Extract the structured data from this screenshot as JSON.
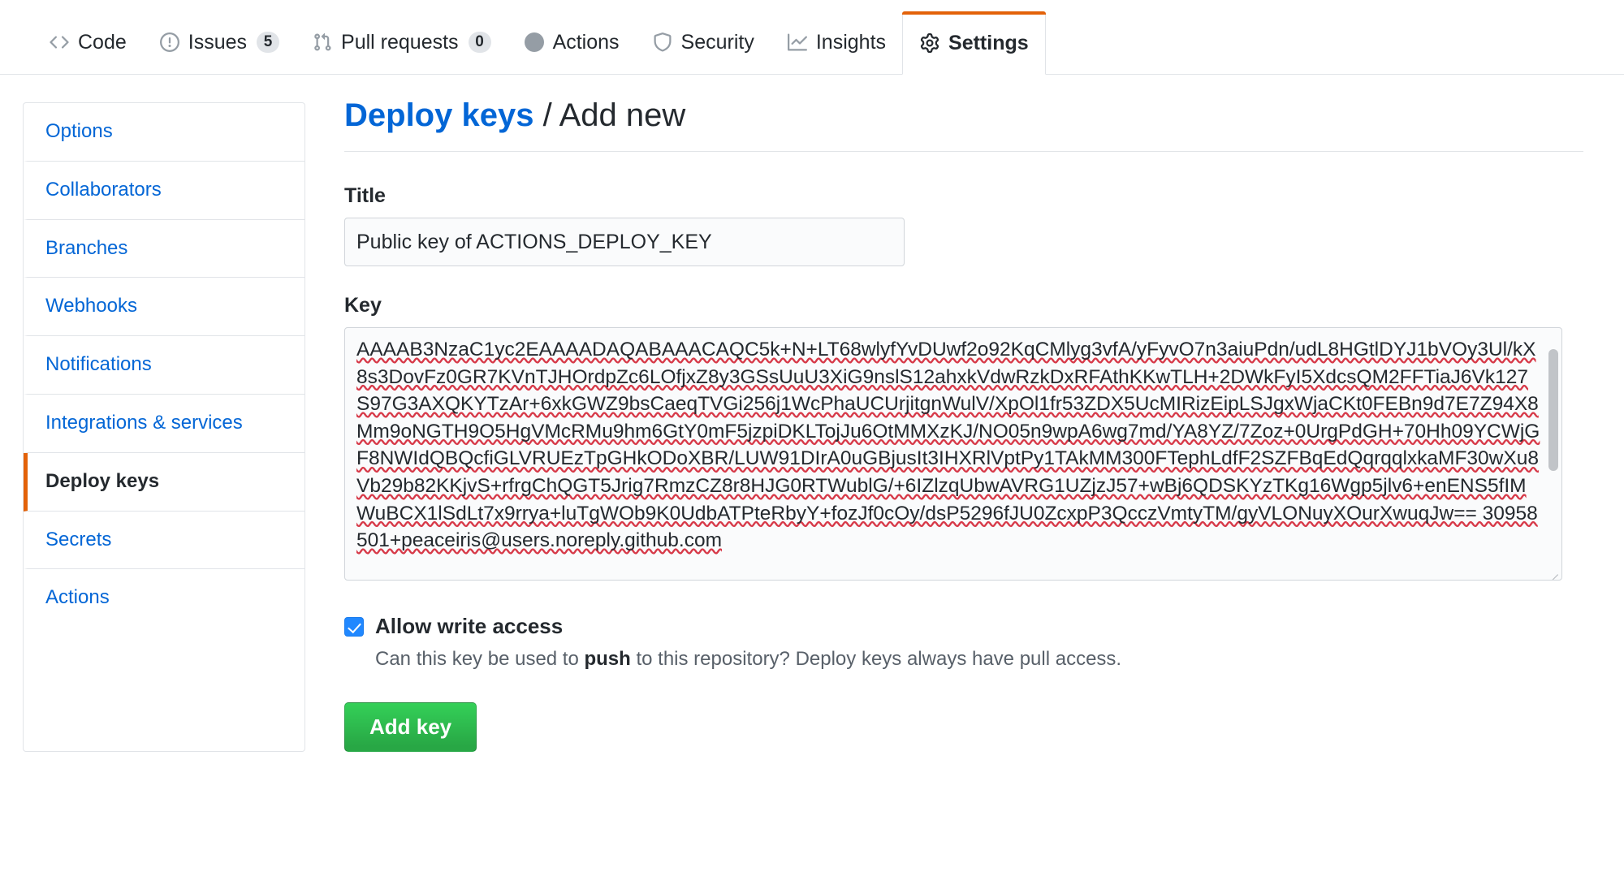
{
  "repo_nav": {
    "items": [
      {
        "label": "Code",
        "icon": "code-icon",
        "counter": null,
        "active": false
      },
      {
        "label": "Issues",
        "icon": "issue-opened-icon",
        "counter": "5",
        "active": false
      },
      {
        "label": "Pull requests",
        "icon": "git-pull-request-icon",
        "counter": "0",
        "active": false
      },
      {
        "label": "Actions",
        "icon": "play-icon",
        "counter": null,
        "active": false
      },
      {
        "label": "Security",
        "icon": "shield-icon",
        "counter": null,
        "active": false
      },
      {
        "label": "Insights",
        "icon": "graph-icon",
        "counter": null,
        "active": false
      },
      {
        "label": "Settings",
        "icon": "gear-icon",
        "counter": null,
        "active": true
      }
    ],
    "active_accent": "#e36209"
  },
  "sidebar": {
    "items": [
      {
        "label": "Options",
        "selected": false
      },
      {
        "label": "Collaborators",
        "selected": false
      },
      {
        "label": "Branches",
        "selected": false
      },
      {
        "label": "Webhooks",
        "selected": false
      },
      {
        "label": "Notifications",
        "selected": false
      },
      {
        "label": "Integrations & services",
        "selected": false
      },
      {
        "label": "Deploy keys",
        "selected": true
      },
      {
        "label": "Secrets",
        "selected": false
      },
      {
        "label": "Actions",
        "selected": false
      }
    ],
    "link_color": "#0366d6",
    "selected_accent": "#e36209"
  },
  "main": {
    "breadcrumb": {
      "link": "Deploy keys",
      "separator": "/",
      "current": "Add new"
    },
    "title_field": {
      "label": "Title",
      "value": "Public key of ACTIONS_DEPLOY_KEY",
      "placeholder": ""
    },
    "key_field": {
      "label": "Key",
      "placeholder": "",
      "value": "AAAAB3NzaC1yc2EAAAADAQABAAACAQC5k+N+LT68wlyfYvDUwf2o92KqCMlyg3vfA/yFyvO7n3aiuPdn/udL8HGtlDYJ1bVOy3Ul/kX8s3DovFz0GR7KVnTJHOrdpZc6LOfjxZ8y3GSsUuU3XiG9nslS12ahxkVdwRzkDxRFAthKKwTLH+2DWkFyI5XdcsQM2FFTiaJ6Vk127S97G3AXQKYTzAr+6xkGWZ9bsCaeqTVGi256j1WcPhaUCUrjitgnWulV/XpOl1fr53ZDX5UcMIRizEipLSJgxWjaCKt0FEBn9d7E7Z94X8Mm9oNGTH9O5HgVMcRMu9hm6GtY0mF5jzpiDKLTojJu6OtMMXzKJ/NO05n9wpA6wg7md/YA8YZ/7Zoz+0UrgPdGH+70Hh09YCWjGF8NWIdQBQcfiGLVRUEzTpGHkODoXBR/LUW91DIrA0uGBjusIt3IHXRlVptPy1TAkMM300FTephLdfF2SZFBqEdQqrqqlxkaMF30wXu8Vb29b82KKjvS+rfrgChQGT5Jrig7RmzCZ8r8HJG0RTWublG/+6IZlzqUbwAVRG1UZjzJ57+wBj6QDSKYzTKg16Wgp5jlv6+enENS5fIMWuBCX1lSdLt7x9rrya+luTgWOb9K0UdbATPteRbyY+fozJf0cOy/dsP5296fJU0ZcxpP3QcczVmtyTM/gyVLONuyXOurXwuqJw== 30958501+peaceiris@users.noreply.github.com"
    },
    "allow_write": {
      "checked": true,
      "label": "Allow write access",
      "note_before": "Can this key be used to ",
      "note_bold": "push",
      "note_after": " to this repository? Deploy keys always have pull access."
    },
    "submit_button": {
      "label": "Add key",
      "color": "#28a745"
    }
  }
}
